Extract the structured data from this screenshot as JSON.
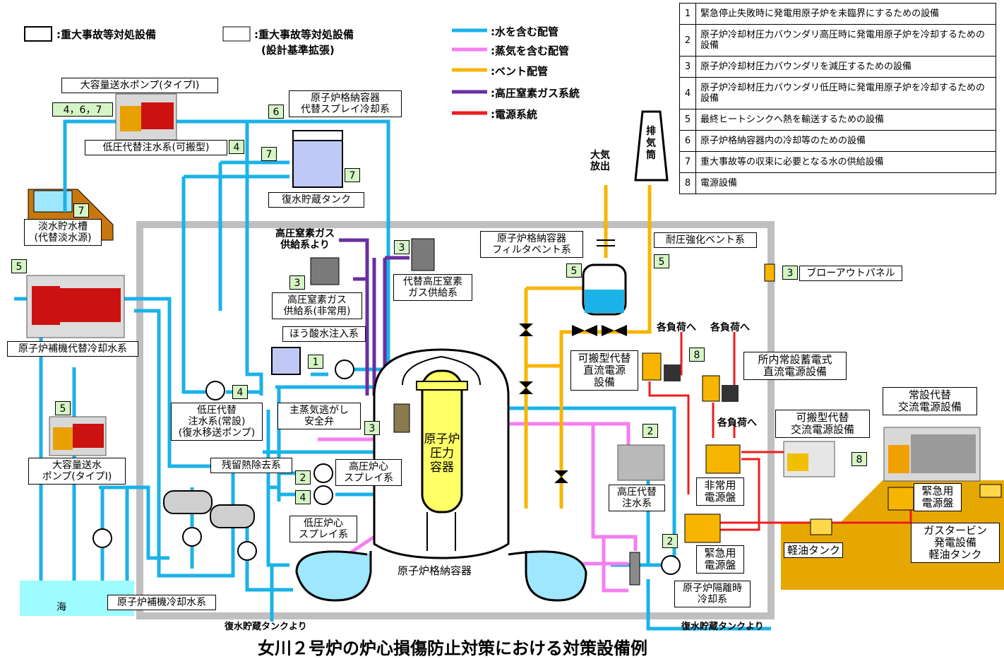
{
  "title": "女川２号炉の炉心損傷防止対策における対策設備例",
  "legend": {
    "sa_equipment": ":重大事故等対処設備",
    "sa_equipment_ext_line1": ":重大事故等対処設備",
    "sa_equipment_ext_line2": "(設計基準拡張)",
    "water_pipe": ":水を含む配管",
    "steam_pipe": ":蒸気を含む配管",
    "vent_pipe": ":ベント配管",
    "n2_pipe": ":高圧窒素ガス系統",
    "power": ":電源系統",
    "colors": {
      "water": "#1ab2e8",
      "steam": "#f57ef0",
      "vent": "#f7b500",
      "n2": "#6a2fa0",
      "power": "#ee1c1c",
      "tag": "#d6f5c6",
      "vessel": "#ffff66",
      "outline": "#bfbfbf"
    }
  },
  "equipment_table": [
    {
      "no": "1",
      "text": "緊急停止失敗時に発電用原子炉を未臨界にするための設備"
    },
    {
      "no": "2",
      "text": "原子炉冷却材圧力バウンダリ高圧時に発電用原子炉を冷却するための設備"
    },
    {
      "no": "3",
      "text": "原子炉冷却材圧力バウンダリを減圧するための設備"
    },
    {
      "no": "4",
      "text": "原子炉冷却材圧力バウンダリ低圧時に発電用原子炉を冷却するための設備"
    },
    {
      "no": "5",
      "text": "最終ヒートシンクへ熱を輸送するための設備"
    },
    {
      "no": "6",
      "text": "原子炉格納容器内の冷却等のための設備"
    },
    {
      "no": "7",
      "text": "重大事故等の収束に必要となる水の供給設備"
    },
    {
      "no": "8",
      "text": "電源設備"
    }
  ],
  "labels": {
    "large_pump_top": "大容量送水ポンプ(タイプⅠ)",
    "tags_467": "4，6，7",
    "low_alt_injection_portable": "低圧代替注水系(可搬型)",
    "pcv_spray_l1": "原子炉格納容器",
    "pcv_spray_l2": "代替スプレイ冷却系",
    "condensate_tank": "復水貯蔵タンク",
    "freshwater_l1": "淡水貯水槽",
    "freshwater_l2": "(代替淡水源)",
    "n2_supply_from_l1": "高圧窒素ガス",
    "n2_supply_from_l2": "供給系より",
    "n2_nonregular_l1": "高圧窒素ガス",
    "n2_nonregular_l2": "供給系(非常用)",
    "alt_n2_l1": "代替高圧窒素",
    "alt_n2_l2": "ガス供給系",
    "borated_water": "ほう酸水注入系",
    "filter_vent_l1": "原子炉格納容器",
    "filter_vent_l2": "フィルタベント系",
    "hard_vent": "耐圧強化ベント系",
    "stack": "排気筒",
    "atm_release_l1": "大気",
    "atm_release_l2": "放出",
    "blowout_panel": "ブローアウトパネル",
    "rcw_alt": "原子炉補機代替冷却水系",
    "low_alt_regular_l1": "低圧代替",
    "low_alt_regular_l2": "注水系(常設)",
    "low_alt_regular_l3": "(復水移送ポンプ)",
    "msrv_l1": "主蒸気逃がし",
    "msrv_l2": "安全弁",
    "rhr": "残留熱除去系",
    "hpcs_l1": "高圧炉心",
    "hpcs_l2": "スプレイ系",
    "lpcs_l1": "低圧炉心",
    "lpcs_l2": "スプレイ系",
    "large_pump_bottom_l1": "大容量送水",
    "large_pump_bottom_l2": "ポンプ(タイプⅠ)",
    "sea": "海",
    "rcw": "原子炉補機冷却水系",
    "from_cst_left": "復水貯蔵タンクより",
    "from_cst_right": "復水貯蔵タンクより",
    "rpv_l1": "原子炉",
    "rpv_l2": "圧力",
    "rpv_l3": "容器",
    "pcv": "原子炉格納容器",
    "hp_alt_l1": "高圧代替",
    "hp_alt_l2": "注水系",
    "rcic_l1": "原子炉隔離時",
    "rcic_l2": "冷却系",
    "portable_dc_l1": "可搬型代替",
    "portable_dc_l2": "直流電源",
    "portable_dc_l3": "設備",
    "to_loads_1": "各負荷へ",
    "to_loads_2": "各負荷へ",
    "to_loads_3": "各負荷へ",
    "station_battery_l1": "所内常設蓄電式",
    "station_battery_l2": "直流電源設備",
    "permanent_ac_l1": "常設代替",
    "permanent_ac_l2": "交流電源設備",
    "portable_ac_l1": "可搬型代替",
    "portable_ac_l2": "交流電源設備",
    "emergency_panel_l1": "非常用",
    "emergency_panel_l2": "電源盤",
    "emergency_panel2_l1": "緊急用",
    "emergency_panel2_l2": "電源盤",
    "emergency_panel3_l1": "緊急用",
    "emergency_panel3_l2": "電源盤",
    "gas_turbine_l1": "ガスタービン",
    "gas_turbine_l2": "発電設備",
    "gas_turbine_l3": "軽油タンク",
    "diesel_tank": "軽油タンク"
  },
  "tags": {
    "t1": "1",
    "t2a": "2",
    "t2b": "2",
    "t2c": "2",
    "t3a": "3",
    "t3b": "3",
    "t3c": "3",
    "t3d": "3",
    "t4a": "4",
    "t4b": "4",
    "t4c": "4",
    "t5a": "5",
    "t5b": "5",
    "t5c": "5",
    "t5d": "5",
    "t6": "6",
    "t7a": "7",
    "t7b": "7",
    "t7c": "7",
    "t8a": "8",
    "t8b": "8"
  }
}
